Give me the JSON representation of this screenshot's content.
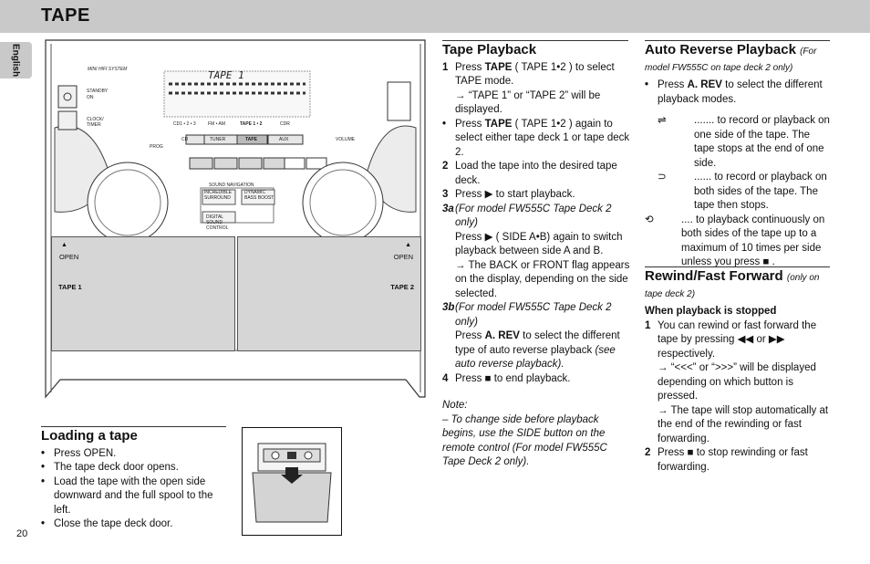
{
  "header": {
    "title": "TAPE"
  },
  "sidebar_tab": {
    "label": "English"
  },
  "page_number": "20",
  "device": {
    "brand_text": "MINI HIFI SYSTEM",
    "lcd_text": "TAPE 1",
    "standby": "STANDBY",
    "on": "ON",
    "clock_timer": "CLOCK/ TIMER",
    "source_labels": [
      "CD1 • 2 • 3",
      "FM • AM",
      "TAPE 1 • 2",
      "CDR"
    ],
    "buttons": [
      "CD",
      "TUNER",
      "TAPE",
      "AUX"
    ],
    "prog": "PROG",
    "volume": "VOLUME",
    "sound_navigation": "SOUND NAVIGATION",
    "incredible_surround": "INCREDIBLE SURROUND",
    "dynamic_bass_boost": "DYNAMIC BASS BOOST",
    "digital_sound_control": "DIGITAL SOUND CONTROL",
    "open_left": "OPEN",
    "open_right": "OPEN",
    "tape1": "TAPE 1",
    "tape2": "TAPE 2"
  },
  "loading": {
    "title": "Loading a tape",
    "items": [
      "Press OPEN.",
      "The tape deck door opens.",
      "Load the tape with the open side downward and the full spool to the left.",
      "Close the tape deck door."
    ]
  },
  "tape_playback": {
    "title": "Tape Playback",
    "step1_prefix": "Press",
    "step1_key": "TAPE",
    "step1_rest": "( TAPE 1•2 ) to select TAPE mode.",
    "step1_arrow": "→ “TAPE 1” or “TAPE 2” will be displayed.",
    "bullet1_prefix": "Press",
    "bullet1_key": "TAPE",
    "bullet1_rest": "( TAPE 1•2 ) again to select either tape deck 1 or tape deck 2.",
    "step2": "Load the tape into the desired tape deck.",
    "step3": "Press ▶ to start playback.",
    "step3a_head": "(For model FW555C Tape Deck 2 only)",
    "step3a_body": "Press ▶ ( SIDE A•B) again to switch playback between side A and B.",
    "step3a_arrow": "→ The BACK or FRONT flag appears on the display, depending on the side selected.",
    "step3b_head": "(For model FW555C Tape Deck 2 only)",
    "step3b_prefix": "Press",
    "step3b_key": "A. REV",
    "step3b_rest": "to select the different type of auto reverse playback",
    "step3b_it": "(see auto reverse playback).",
    "step4": "Press ■ to end playback.",
    "note_label": "Note:",
    "note_text": "– To change side before playback begins, use the SIDE button on the remote control (For model FW555C Tape Deck 2 only)."
  },
  "auto_reverse": {
    "title": "Auto Reverse Playback",
    "subtitle": "(For model FW555C on tape deck 2 only)",
    "bullet_prefix": "Press",
    "bullet_key": "A. REV",
    "bullet_rest": "to select the different playback modes.",
    "modes": [
      {
        "icon": "⇌",
        "text": "....... to record or playback on one side of the tape. The tape stops at the end of one side."
      },
      {
        "icon": "⊃",
        "text": "...... to record or playback on both sides of the tape. The tape then stops."
      },
      {
        "icon": "⟲",
        "text": ".... to playback continuously on both sides of the tape up to a maximum of 10 times per side unless you press ■ ."
      }
    ]
  },
  "rewind": {
    "title": "Rewind/Fast Forward",
    "subtitle": "(only on tape deck 2)",
    "when": "When playback is stopped",
    "step1": "You can rewind or fast forward the tape by pressing ◀◀ or ▶▶ respectively.",
    "arrow1": "→ “<<<” or “>>>” will be displayed depending on which button is pressed.",
    "arrow2": "→ The tape will stop automatically at the end of the rewinding or fast forwarding.",
    "step2": "Press ■ to stop rewinding or fast forwarding."
  }
}
